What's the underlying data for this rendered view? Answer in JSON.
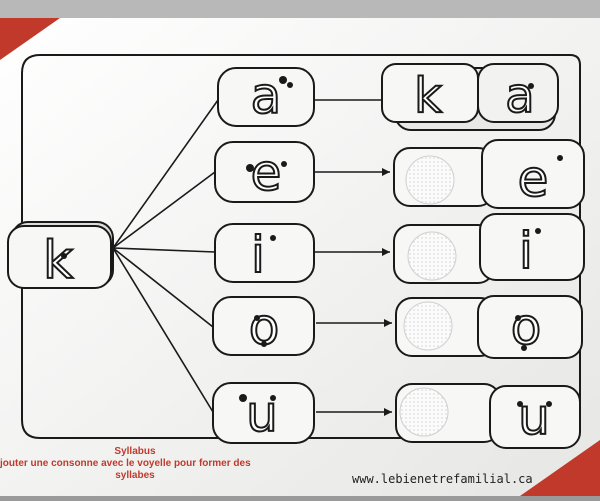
{
  "consonant": "k",
  "vowels": [
    "a",
    "e",
    "i",
    "o",
    "u"
  ],
  "colors": {
    "paper": "#f4f4f2",
    "line": "#1a1a1a",
    "accent_red": "#c0392b",
    "velcro": "#f7f7f7"
  },
  "footer": {
    "title": "Syllabus",
    "line1": "jouter une consonne avec le voyelle pour former des",
    "line2": "syllabes",
    "website": "www.lebienetrefamilial.ca"
  }
}
